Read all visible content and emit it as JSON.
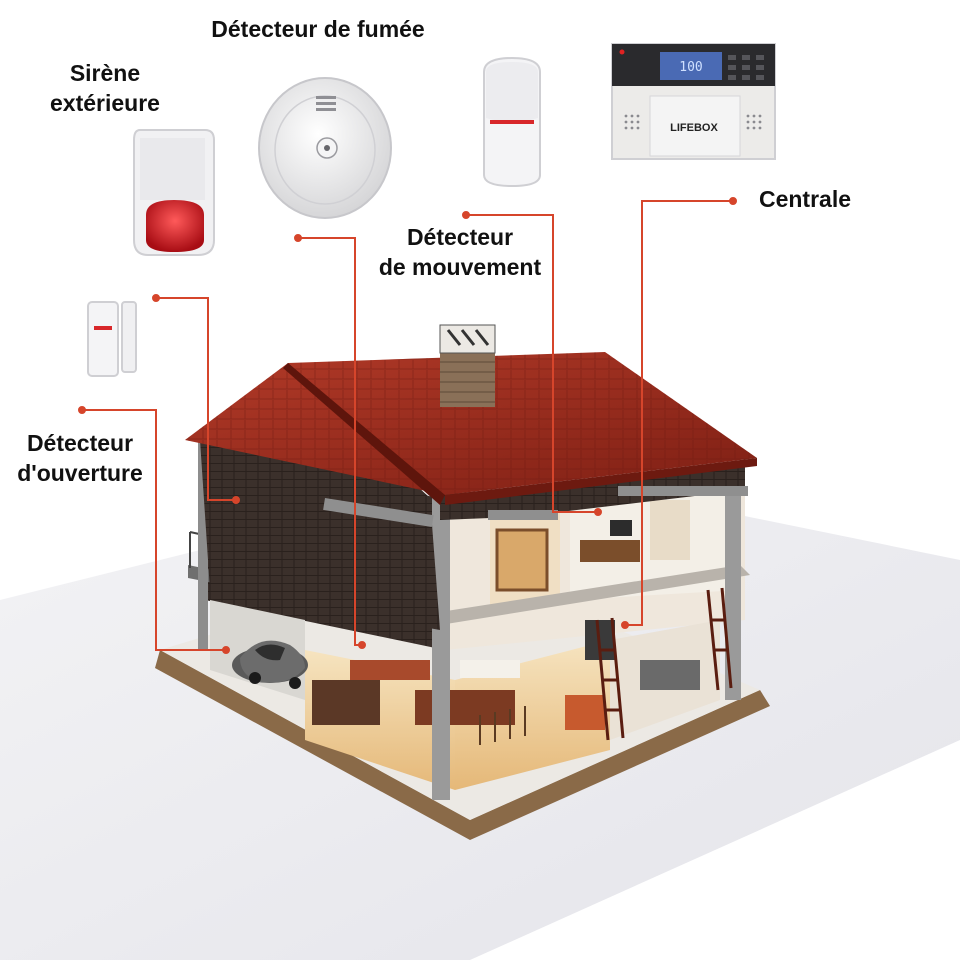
{
  "labels": {
    "siren": [
      "Sirène",
      "extérieure"
    ],
    "smoke": "Détecteur de fumée",
    "motion": [
      "Détecteur",
      "de mouvement"
    ],
    "central": "Centrale",
    "opening": [
      "Détecteur",
      "d'ouverture"
    ]
  },
  "panel": {
    "brand": "LIFEBOX",
    "display": "100"
  },
  "colors": {
    "leader_line": "#d6452b",
    "roof": "#9b2a1d",
    "siren_lens": "#c8141e",
    "wall": "#3a2f2a"
  }
}
